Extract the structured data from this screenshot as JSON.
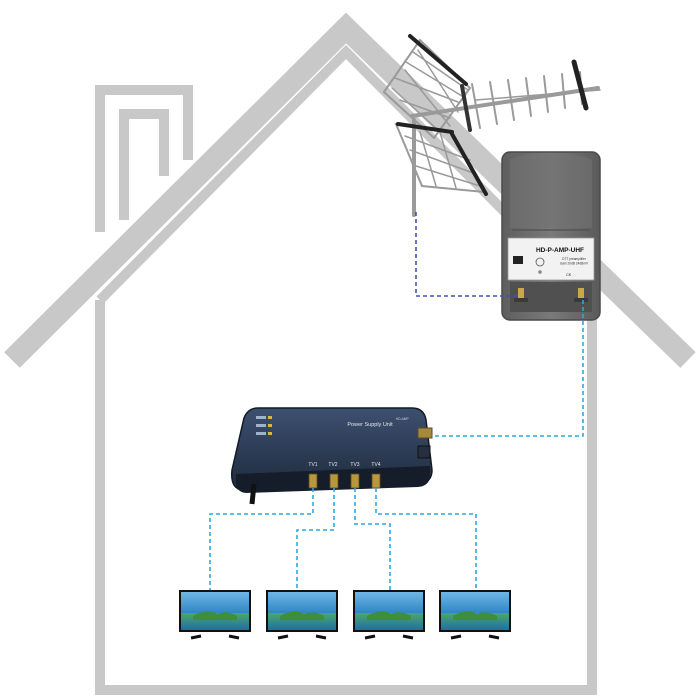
{
  "amplifier": {
    "model": "HD-P-AMP-UHF",
    "subtitle_line1": "DTT preamplifier",
    "subtitle_line2": "Gain 20dB 24dBmV"
  },
  "psu": {
    "title": "Power Supply Unit",
    "outputs": [
      "TV1",
      "TV2",
      "TV3",
      "TV4"
    ]
  },
  "tv_count": 4,
  "colors": {
    "house_outline": "#c8c8c8",
    "cable_antenna": "#3f51b5",
    "cable_distribution": "#29a9e1",
    "amp_body": "#6c6c6c",
    "psu_body": "#2e3e55"
  }
}
